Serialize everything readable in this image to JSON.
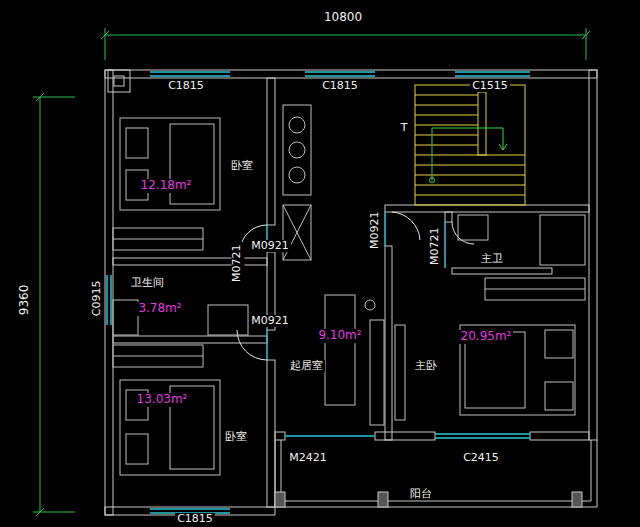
{
  "diagram": {
    "labels": [
      "10800",
      "9360",
      "C1815",
      "C1815",
      "C1515",
      "T",
      "卧室",
      "12.18m²",
      "M0921",
      "M0921",
      "M0721",
      "M0721",
      "主卫",
      "卫生间",
      "3.78m²",
      "C0915",
      "M0921",
      "9.10m²",
      "20.95m²",
      "起居室",
      "主卧",
      "13.03m²",
      "卧室",
      "M2421",
      "C2415",
      "阳台",
      "C1815"
    ]
  }
}
